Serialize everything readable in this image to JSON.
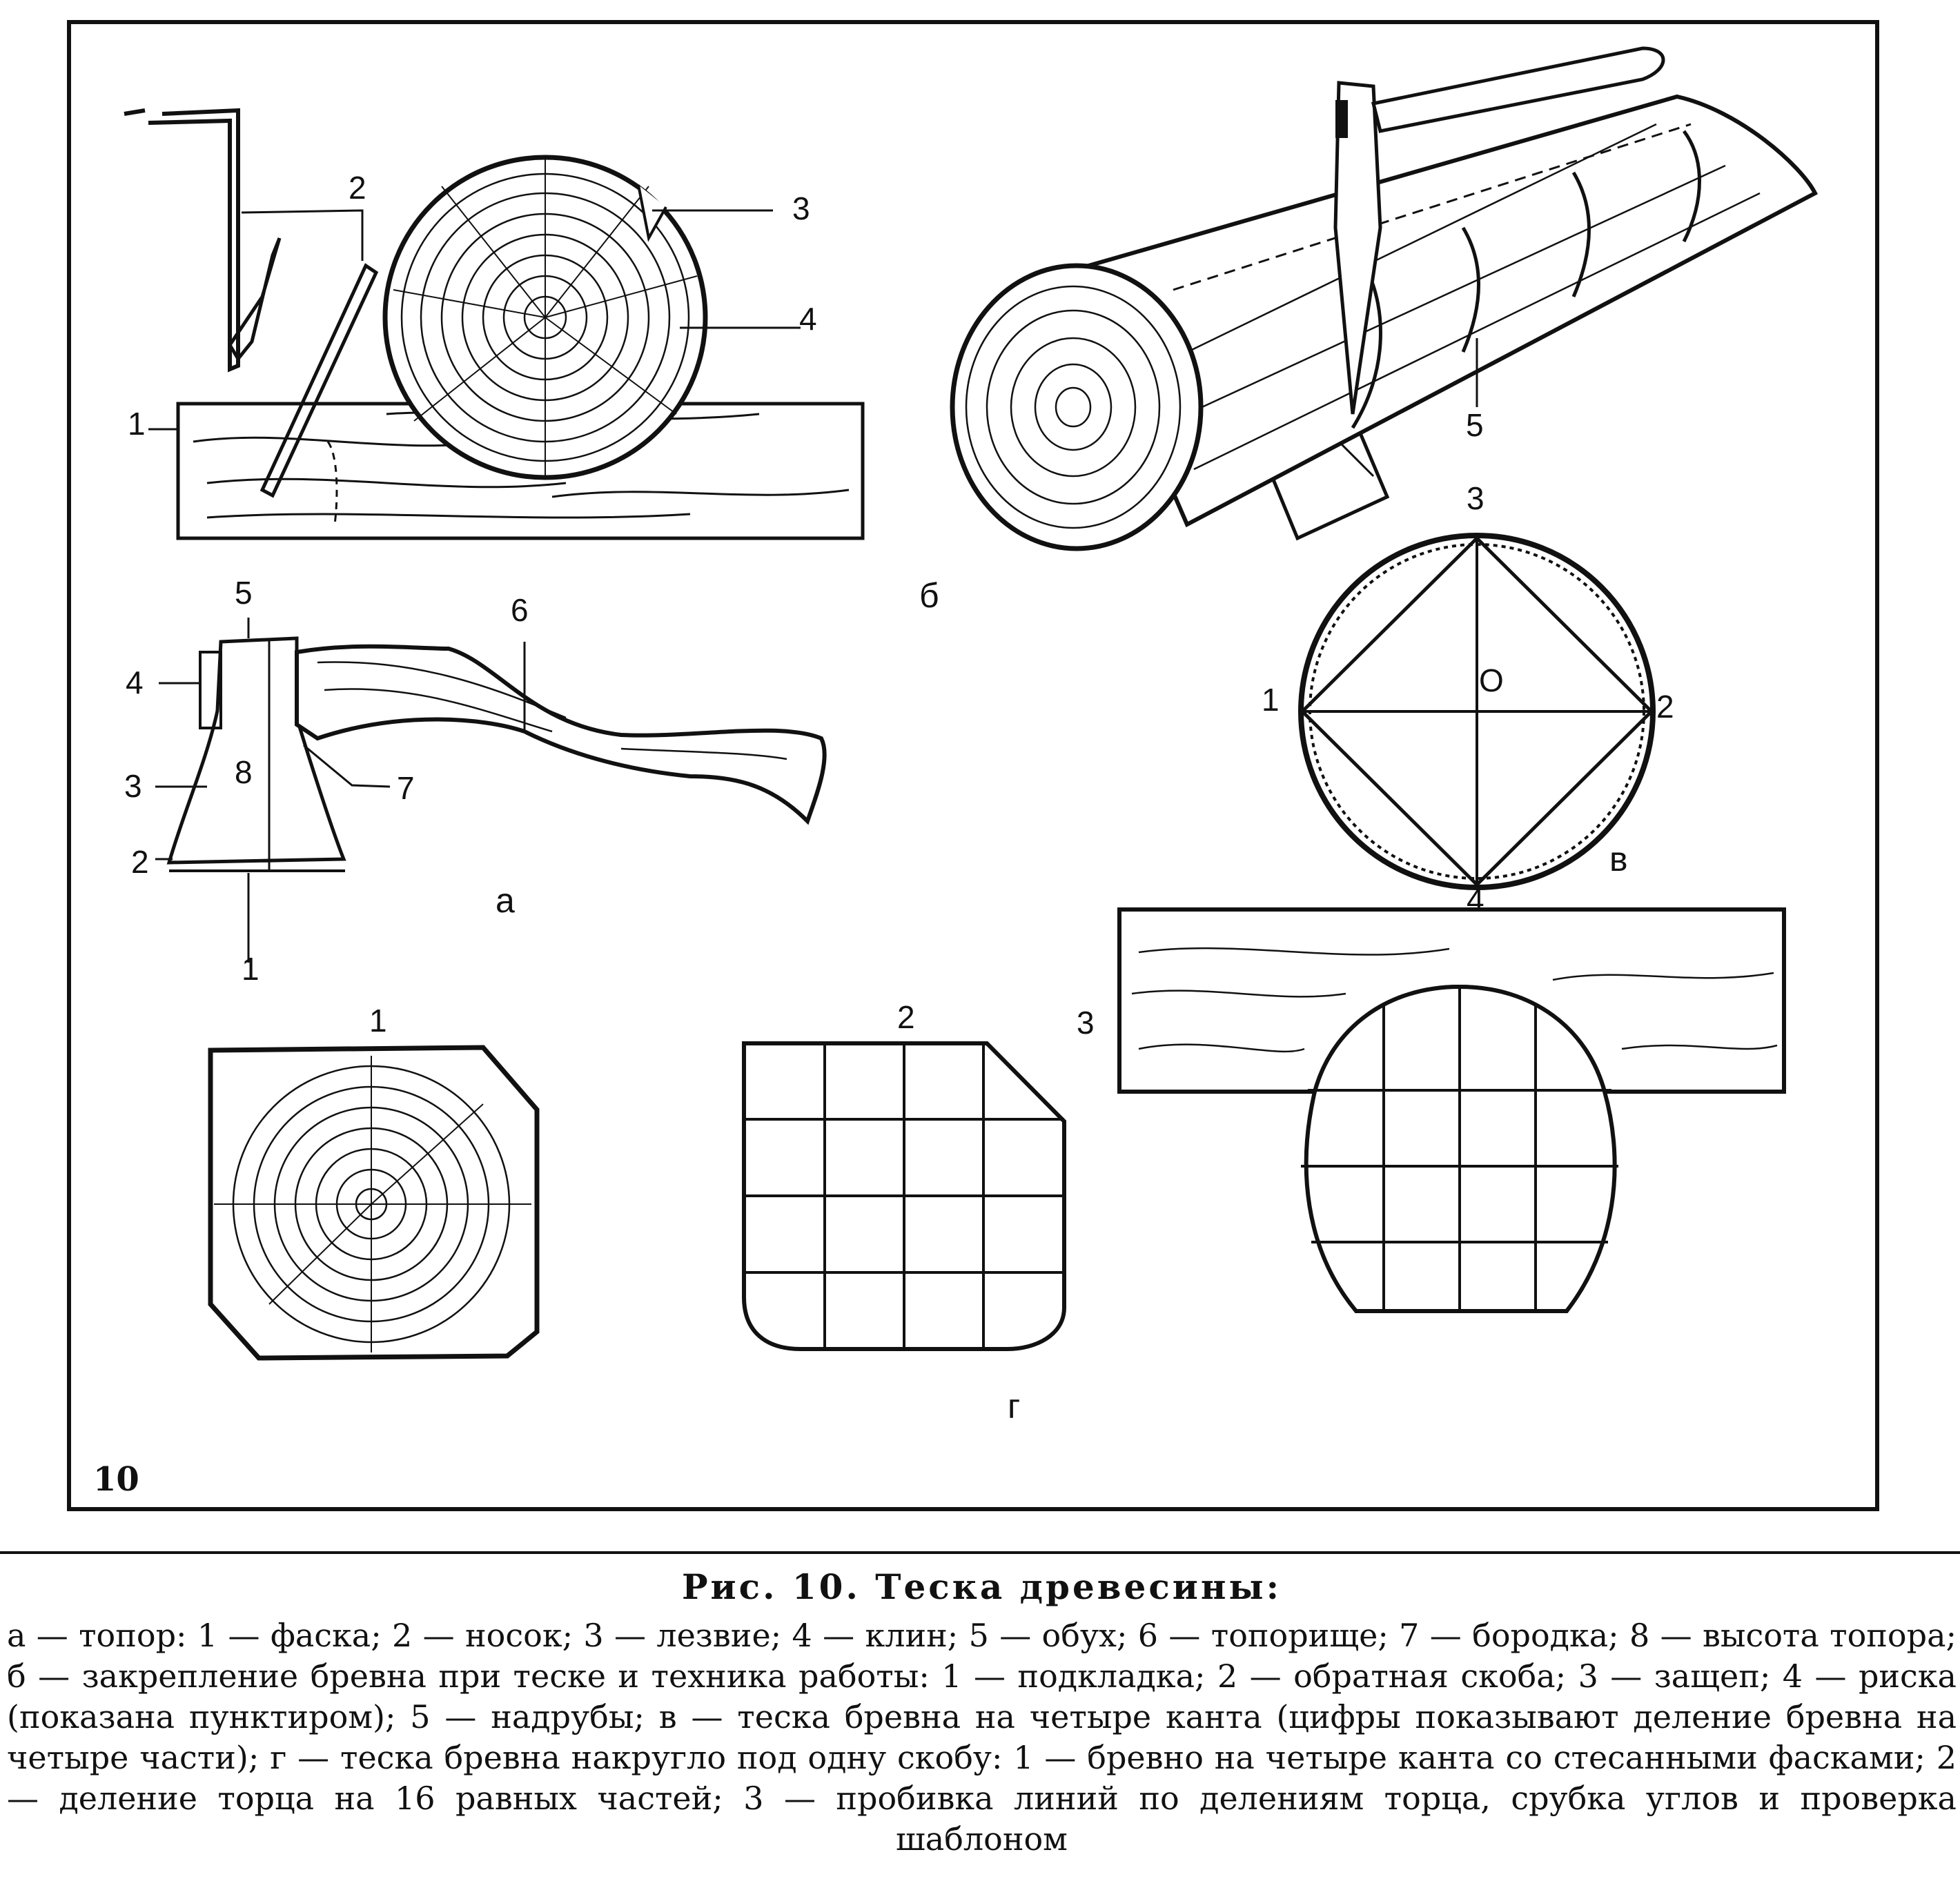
{
  "figure": {
    "page_number": "10",
    "panel_labels": {
      "a": "а",
      "b": "б",
      "v": "в",
      "g": "г"
    },
    "panel_a_top": {
      "n1": "1",
      "n2": "2",
      "n3": "3",
      "n4": "4"
    },
    "panel_a_axe": {
      "n1": "1",
      "n2": "2",
      "n3": "3",
      "n4": "4",
      "n5": "5",
      "n6": "6",
      "n7": "7",
      "n8": "8"
    },
    "panel_b": {
      "n5": "5"
    },
    "panel_v": {
      "n1": "1",
      "n2": "2",
      "n3": "3",
      "n4": "4",
      "center": "O"
    },
    "panel_g": {
      "n1": "1",
      "n2": "2",
      "n3": "3"
    }
  },
  "caption": {
    "title": "Рис. 10. Теска древесины:",
    "body": "а — топор: 1 — фаска; 2 — носок; 3 — лезвие; 4 — клин; 5 — обух; 6 — топорище; 7 — бородка; 8 — высота топора; б — закрепление бревна при теске и техника работы: 1 — подкладка; 2 — обратная скоба; 3 — защеп; 4 — риска (показана пунктиром); 5 — надрубы; в — теска бревна на четыре канта (цифры показывают деление бревна на четыре части); г — теска бревна накругло под одну скобу: 1 — бревно на четыре канта со стесанными фасками; 2 — деление торца на 16 равных частей; 3 — пробивка линий по делениям торца, срубка углов и проверка шаблоном"
  }
}
